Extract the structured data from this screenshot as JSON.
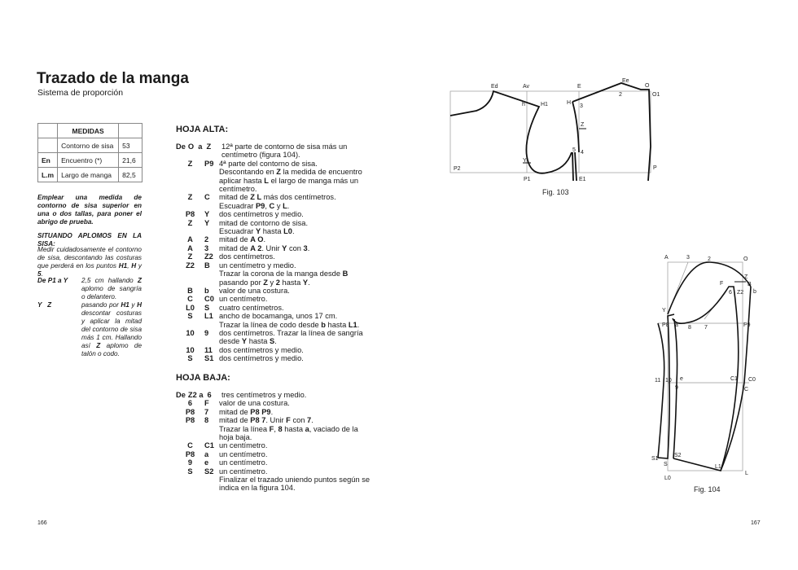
{
  "title": "Trazado de la manga",
  "subtitle": "Sistema de proporción",
  "table": {
    "header": "MEDIDAS",
    "rows": [
      {
        "code": "",
        "name": "Contorno de sisa",
        "value": "53"
      },
      {
        "code": "En",
        "name": "Encuentro (*)",
        "value": "21,6"
      },
      {
        "code": "L.m",
        "name": "Largo de manga",
        "value": "82,5"
      }
    ]
  },
  "left": {
    "note": "Emplear una medida de contorno de sisa superior en una o dos tallas, para poner el abrigo de prueba.",
    "heading": "SITUANDO APLOMOS EN LA SISA:",
    "para": [
      {
        "t": "Medir cuidadosamente el contorno de sisa, descontando las costuras que perderá en los puntos "
      },
      {
        "b": "H1"
      },
      {
        "t": ", "
      },
      {
        "b": "H"
      },
      {
        "t": " y "
      },
      {
        "b": "5"
      },
      {
        "t": "."
      }
    ],
    "rows": [
      {
        "a": "De P1 a Y",
        "t": [
          {
            "t": "2,5 cm hallando "
          },
          {
            "b": "Z"
          },
          {
            "t": " aplomo de sangría o delantero."
          }
        ]
      },
      {
        "a": "Y   Z",
        "t": [
          {
            "t": "pasando por "
          },
          {
            "b": "H1"
          },
          {
            "t": " y "
          },
          {
            "b": "H"
          },
          {
            "t": " descontar costuras y aplicar la mitad del contorno de sisa más 1 cm. Hallando así "
          },
          {
            "b": "Z"
          },
          {
            "t": " aplomo de talón o codo."
          }
        ]
      }
    ]
  },
  "hoja_alta": {
    "heading": "HOJA ALTA:",
    "rows": [
      {
        "lead": "De",
        "a": "O  a",
        "b": "Z",
        "t": [
          {
            "t": "12ª parte de contorno de sisa más un centímetro (figura 104)."
          }
        ]
      },
      {
        "a": "Z",
        "b": "P9",
        "t": [
          {
            "t": "4ª parte del contorno de sisa."
          }
        ]
      },
      {
        "a": "",
        "b": "",
        "t": [
          {
            "t": "Descontando en "
          },
          {
            "b": "Z"
          },
          {
            "t": " la medida de encuentro aplicar hasta "
          },
          {
            "b": "L"
          },
          {
            "t": " el largo de manga más un centímetro."
          }
        ]
      },
      {
        "a": "Z",
        "b": "C",
        "t": [
          {
            "t": "mitad de "
          },
          {
            "b": "Z L"
          },
          {
            "t": " más dos centímetros."
          }
        ]
      },
      {
        "a": "",
        "b": "",
        "t": [
          {
            "t": "Escuadrar "
          },
          {
            "b": "P9"
          },
          {
            "t": ", "
          },
          {
            "b": "C"
          },
          {
            "t": " y "
          },
          {
            "b": "L"
          },
          {
            "t": "."
          }
        ]
      },
      {
        "a": "P8",
        "b": "Y",
        "t": [
          {
            "t": "dos centímetros y medio."
          }
        ]
      },
      {
        "a": "Z",
        "b": "Y",
        "t": [
          {
            "t": "mitad de contorno de sisa."
          }
        ]
      },
      {
        "a": "",
        "b": "",
        "t": [
          {
            "t": "Escuadrar "
          },
          {
            "b": "Y"
          },
          {
            "t": " hasta "
          },
          {
            "b": "L0"
          },
          {
            "t": "."
          }
        ]
      },
      {
        "a": "A",
        "b": "2",
        "t": [
          {
            "t": "mitad de "
          },
          {
            "b": "A O"
          },
          {
            "t": "."
          }
        ]
      },
      {
        "a": "A",
        "b": "3",
        "t": [
          {
            "t": "mitad de "
          },
          {
            "b": "A 2"
          },
          {
            "t": ". Unir "
          },
          {
            "b": "Y"
          },
          {
            "t": " con "
          },
          {
            "b": "3"
          },
          {
            "t": "."
          }
        ]
      },
      {
        "a": "Z",
        "b": "Z2",
        "t": [
          {
            "t": "dos centímetros."
          }
        ]
      },
      {
        "a": "Z2",
        "b": "B",
        "t": [
          {
            "t": "un centímetro y medio."
          }
        ]
      },
      {
        "a": "",
        "b": "",
        "t": [
          {
            "t": "Trazar la corona de la manga desde "
          },
          {
            "b": "B"
          },
          {
            "t": " pasando por "
          },
          {
            "b": "Z"
          },
          {
            "t": " y "
          },
          {
            "b": "2"
          },
          {
            "t": " hasta "
          },
          {
            "b": "Y"
          },
          {
            "t": "."
          }
        ]
      },
      {
        "a": "B",
        "b": "b",
        "t": [
          {
            "t": "valor de una costura."
          }
        ]
      },
      {
        "a": "C",
        "b": "C0",
        "t": [
          {
            "t": "un centímetro."
          }
        ]
      },
      {
        "a": "L0",
        "b": "S",
        "t": [
          {
            "t": "cuatro centímetros."
          }
        ]
      },
      {
        "a": "S",
        "b": "L1",
        "t": [
          {
            "t": "ancho de bocamanga, unos 17 cm."
          }
        ]
      },
      {
        "a": "",
        "b": "",
        "t": [
          {
            "t": "Trazar la línea de codo desde "
          },
          {
            "b": "b"
          },
          {
            "t": " hasta "
          },
          {
            "b": "L1"
          },
          {
            "t": "."
          }
        ]
      },
      {
        "a": "10",
        "b": "9",
        "t": [
          {
            "t": "dos centímetros. Trazar la línea de sangría desde "
          },
          {
            "b": "Y"
          },
          {
            "t": " hasta "
          },
          {
            "b": "S"
          },
          {
            "t": "."
          }
        ]
      },
      {
        "a": "10",
        "b": "11",
        "t": [
          {
            "t": "dos centímetros y medio."
          }
        ]
      },
      {
        "a": "S",
        "b": "S1",
        "t": [
          {
            "t": "dos centímetros y medio."
          }
        ]
      }
    ]
  },
  "hoja_baja": {
    "heading": "HOJA BAJA:",
    "rows": [
      {
        "lead": "De",
        "a": "Z2 a",
        "b": "6",
        "t": [
          {
            "t": "tres centímetros y medio."
          }
        ]
      },
      {
        "a": "6",
        "b": "F",
        "t": [
          {
            "t": "valor de una costura."
          }
        ]
      },
      {
        "a": "P8",
        "b": "7",
        "t": [
          {
            "t": "mitad de "
          },
          {
            "b": "P8 P9"
          },
          {
            "t": "."
          }
        ]
      },
      {
        "a": "P8",
        "b": "8",
        "t": [
          {
            "t": "mitad de "
          },
          {
            "b": "P8 7"
          },
          {
            "t": ". Unir "
          },
          {
            "b": "F"
          },
          {
            "t": " con "
          },
          {
            "b": "7"
          },
          {
            "t": "."
          }
        ]
      },
      {
        "a": "",
        "b": "",
        "t": [
          {
            "t": "Trazar la línea "
          },
          {
            "b": "F"
          },
          {
            "t": ", "
          },
          {
            "b": "8"
          },
          {
            "t": " hasta "
          },
          {
            "b": "a"
          },
          {
            "t": ", vaciado de la hoja baja."
          }
        ]
      },
      {
        "a": "C",
        "b": "C1",
        "t": [
          {
            "t": "un centímetro."
          }
        ]
      },
      {
        "a": "P8",
        "b": "a",
        "t": [
          {
            "t": "un centímetro."
          }
        ]
      },
      {
        "a": "9",
        "b": "e",
        "t": [
          {
            "t": "un centímetro."
          }
        ]
      },
      {
        "a": "S",
        "b": "S2",
        "t": [
          {
            "t": "un centímetro."
          }
        ]
      },
      {
        "a": "",
        "b": "",
        "t": [
          {
            "t": "Finalizar el trazado uniendo puntos según se indica en la figura 104."
          }
        ]
      }
    ]
  },
  "fig103": {
    "caption": "Fig. 103",
    "labels": {
      "Ed": "Ed",
      "Av": "Av",
      "E": "E",
      "Ee": "Ee",
      "n2": "2",
      "O": "O",
      "O1": "O1",
      "h": "h",
      "H1": "H1",
      "H": "H",
      "n3": "3",
      "Z": "Z",
      "n5": "5",
      "n4": "4",
      "Y": "Y",
      "P2": "P2",
      "P1": "P1",
      "E1": "E1",
      "P": "P"
    }
  },
  "fig104": {
    "caption": "Fig. 104",
    "labels": {
      "A": "A",
      "n3": "3",
      "n2": "2",
      "O": "O",
      "Z": "Z",
      "n6": "6",
      "F": "F",
      "Z2": "Z2",
      "B": "B",
      "b": "b",
      "Y": "Y",
      "P8": "P8",
      "a": "a",
      "n8": "8",
      "n7": "7",
      "P9": "P9",
      "n11": "11",
      "n10": "10",
      "e": "e",
      "n9": "9",
      "C1": "C1",
      "C0": "C0",
      "C": "C",
      "S1": "S1",
      "S": "S",
      "S2": "S2",
      "L1": "L1",
      "L": "L",
      "L0": "L0"
    }
  },
  "page_left": "166",
  "page_right": "167"
}
